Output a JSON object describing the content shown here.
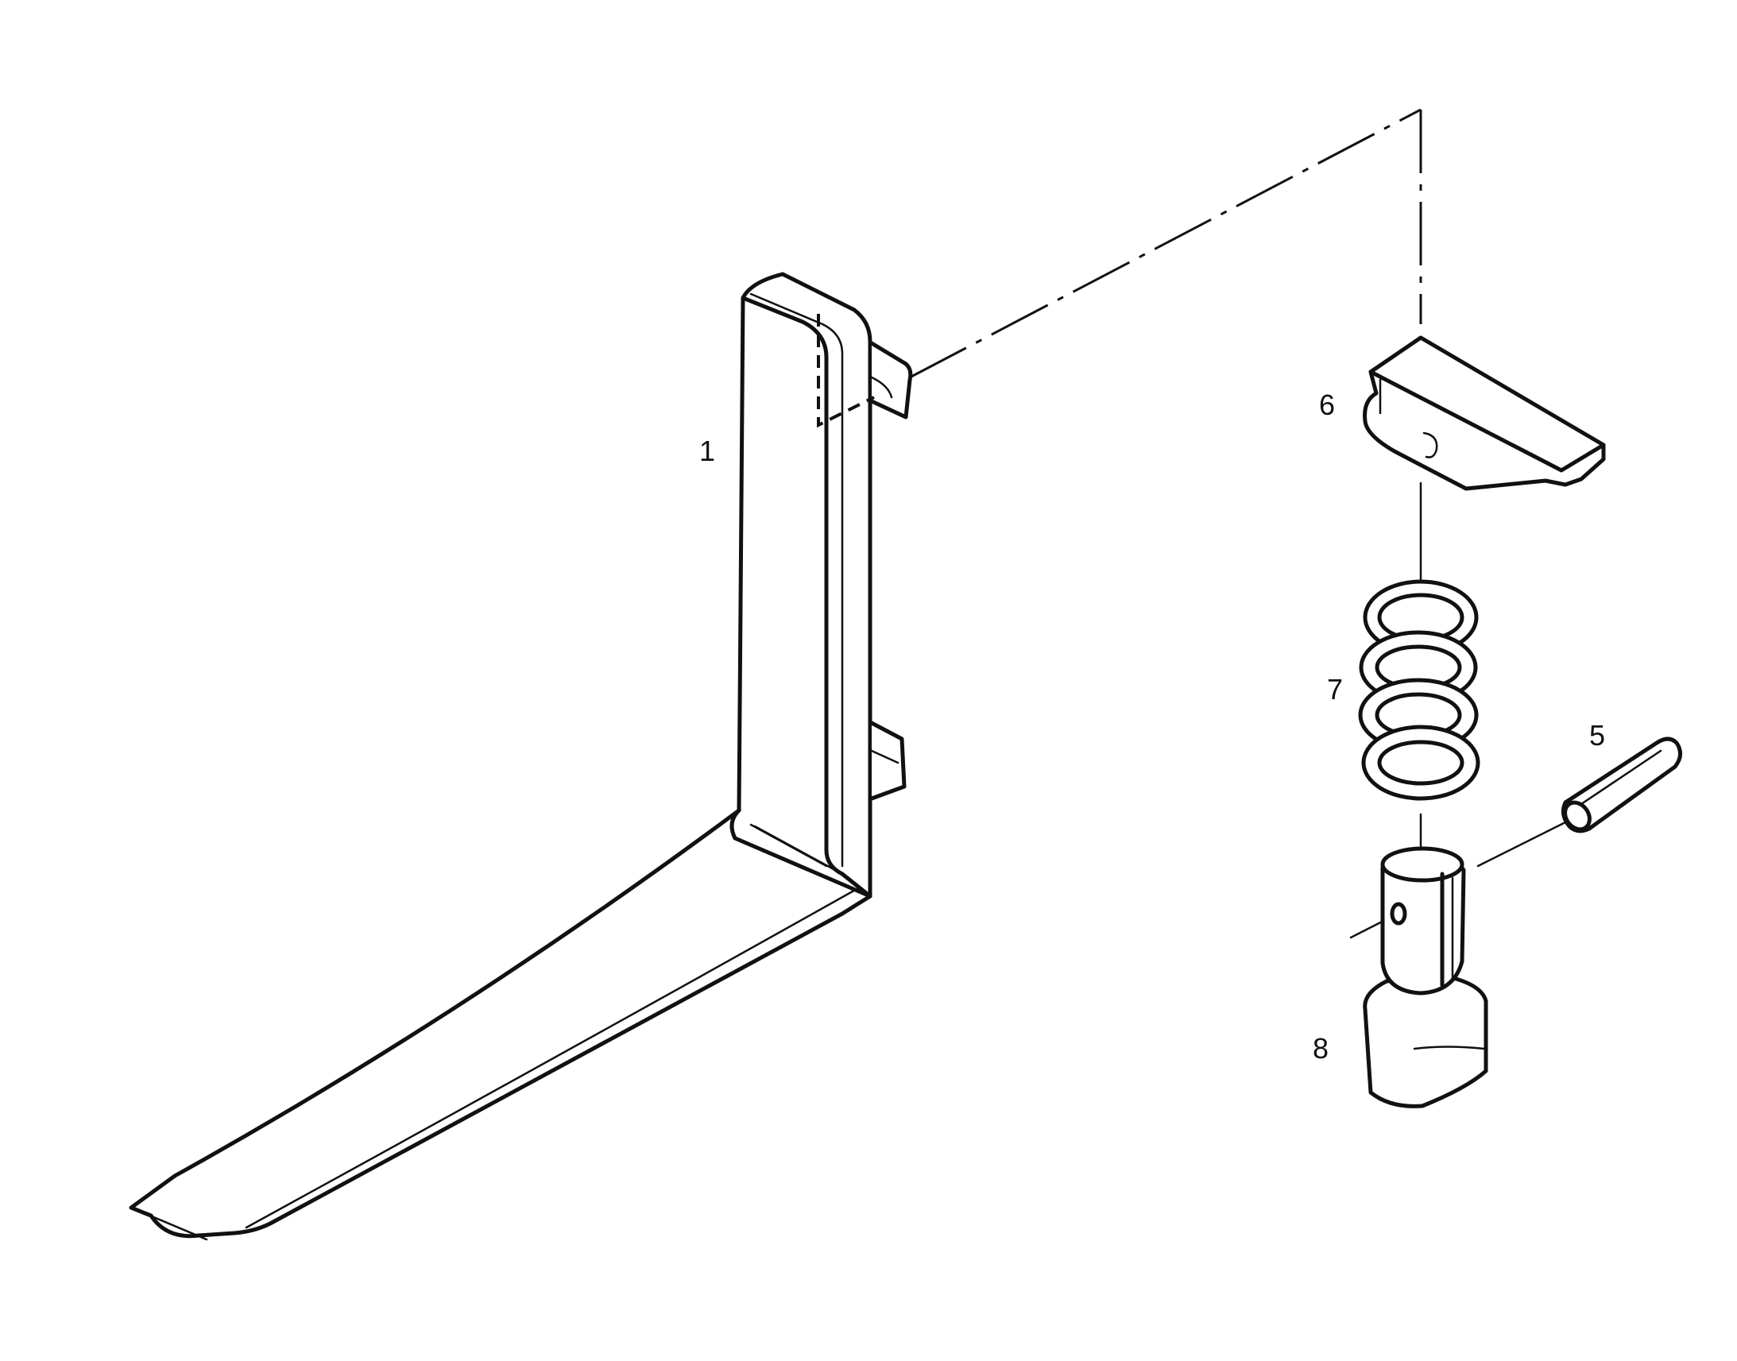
{
  "callouts": {
    "fork": "1",
    "lock_plate": "6",
    "spring": "7",
    "pin": "5",
    "plunger": "8"
  },
  "colors": {
    "ink": "#111111",
    "paper": "#ffffff"
  }
}
